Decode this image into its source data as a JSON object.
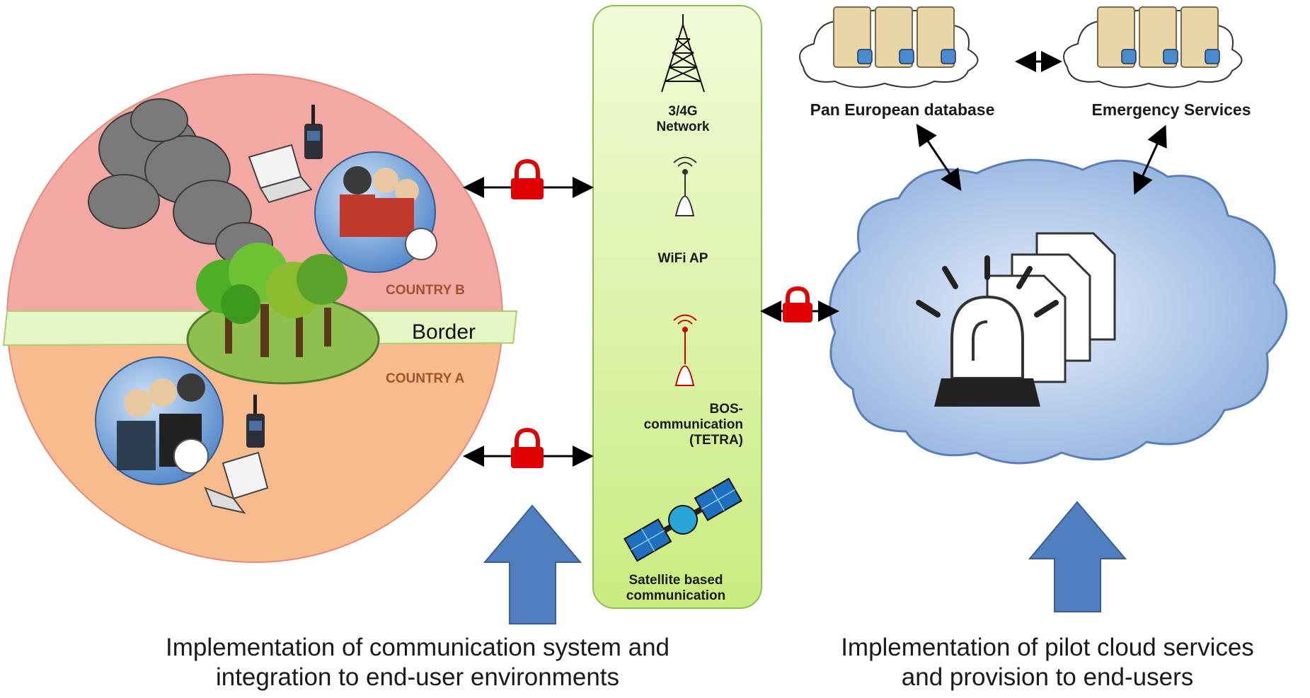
{
  "regions": {
    "country_b": "COUNTRY B",
    "country_a": "COUNTRY A",
    "border": "Border"
  },
  "network": {
    "g34": "3/4G\nNetwork",
    "wifi": "WiFi AP",
    "bos": "BOS-\ncommunication\n(TETRA)",
    "satellite": "Satellite based\ncommunication"
  },
  "cloud": {
    "database_label": "Pan European database",
    "emergency_label": "Emergency Services"
  },
  "captions": {
    "left_line1": "Implementation of communication system and",
    "left_line2": "integration to end-user environments",
    "right_line1": "Implementation of pilot cloud services",
    "right_line2": "and provision to end-users"
  },
  "colors": {
    "country_b": "#f4a8a4",
    "country_a": "#f7b98c",
    "border_strip": "#e6f5c4",
    "network_panel": "#d9f29a",
    "cloud": "#a9c4e8",
    "arrow_up": "#4f7fbf",
    "lock": "#e00000"
  },
  "icons": [
    "tower-icon",
    "wifi-icon",
    "tetra-icon",
    "satellite-icon",
    "server-icon",
    "laptop-icon",
    "radio-icon",
    "lock-icon",
    "alarm-icon",
    "document-icon",
    "smoke-icon",
    "trees-icon",
    "firefighters-icon"
  ]
}
